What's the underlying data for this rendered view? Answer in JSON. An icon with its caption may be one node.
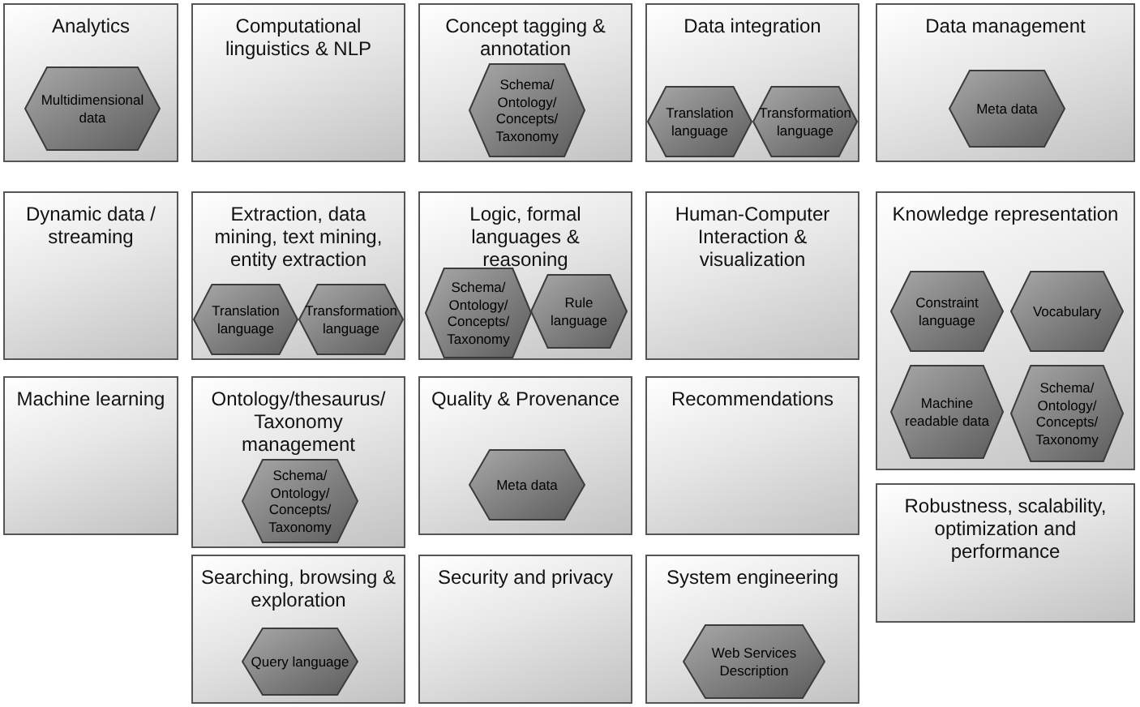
{
  "diagram": {
    "nodes": [
      {
        "text": [
          "Analytics"
        ]
      },
      {
        "text": [
          "Multidimensional data"
        ],
        "in": 0
      },
      {
        "text": [
          "Computational linguistics & NLP"
        ]
      },
      {
        "text": [
          "Concept tagging & annotation"
        ]
      },
      {
        "text": [
          "Schema/ Ontology/ Concepts/ Taxonomy"
        ],
        "in": 3
      },
      {
        "text": [
          "Data integration"
        ]
      },
      {
        "text": [
          "Translation language"
        ],
        "in": 5
      },
      {
        "text": [
          "Transformation language"
        ],
        "in": 5
      },
      {
        "text": [
          "Data management"
        ]
      },
      {
        "text": [
          "Meta data"
        ],
        "in": 8
      },
      {
        "text": [
          "Dynamic data / streaming"
        ]
      },
      {
        "text": [
          "Extraction, data mining, text mining, entity extraction"
        ]
      },
      {
        "text": [
          "Translation language"
        ],
        "in": 11
      },
      {
        "text": [
          "Transformation language"
        ],
        "in": 11
      },
      {
        "text": [
          "Logic, formal languages & reasoning"
        ]
      },
      {
        "text": [
          "Schema/ Ontology/ Concepts/ Taxonomy"
        ],
        "in": 14
      },
      {
        "text": [
          "Rule language"
        ],
        "in": 14
      },
      {
        "text": [
          "Human-Computer Interaction & visualization"
        ]
      },
      {
        "text": [
          "Knowledge representation"
        ]
      },
      {
        "text": [
          "Constraint language"
        ],
        "in": 18
      },
      {
        "text": [
          "Vocabulary"
        ],
        "in": 18
      },
      {
        "text": [
          "Machine readable data"
        ],
        "in": 18
      },
      {
        "text": [
          "Schema/ Ontology/ Concepts/ Taxonomy"
        ],
        "in": 18
      },
      {
        "text": [
          "Machine learning"
        ]
      },
      {
        "text": [
          "Ontology/thesaurus/ Taxonomy management"
        ]
      },
      {
        "text": [
          "Schema/ Ontology/ Concepts/ Taxonomy"
        ],
        "in": 24
      },
      {
        "text": [
          "Quality & Provenance"
        ]
      },
      {
        "text": [
          "Meta data"
        ],
        "in": 26
      },
      {
        "text": [
          "Recommendations"
        ]
      },
      {
        "text": [
          "Robustness, scalability, optimization and performance"
        ]
      },
      {
        "text": [
          "Searching, browsing & exploration"
        ]
      },
      {
        "text": [
          "Query language"
        ],
        "in": 30
      },
      {
        "text": [
          "Security and privacy"
        ]
      },
      {
        "text": [
          "System engineering"
        ]
      },
      {
        "text": [
          "Web Services Description"
        ],
        "in": 33
      }
    ]
  }
}
